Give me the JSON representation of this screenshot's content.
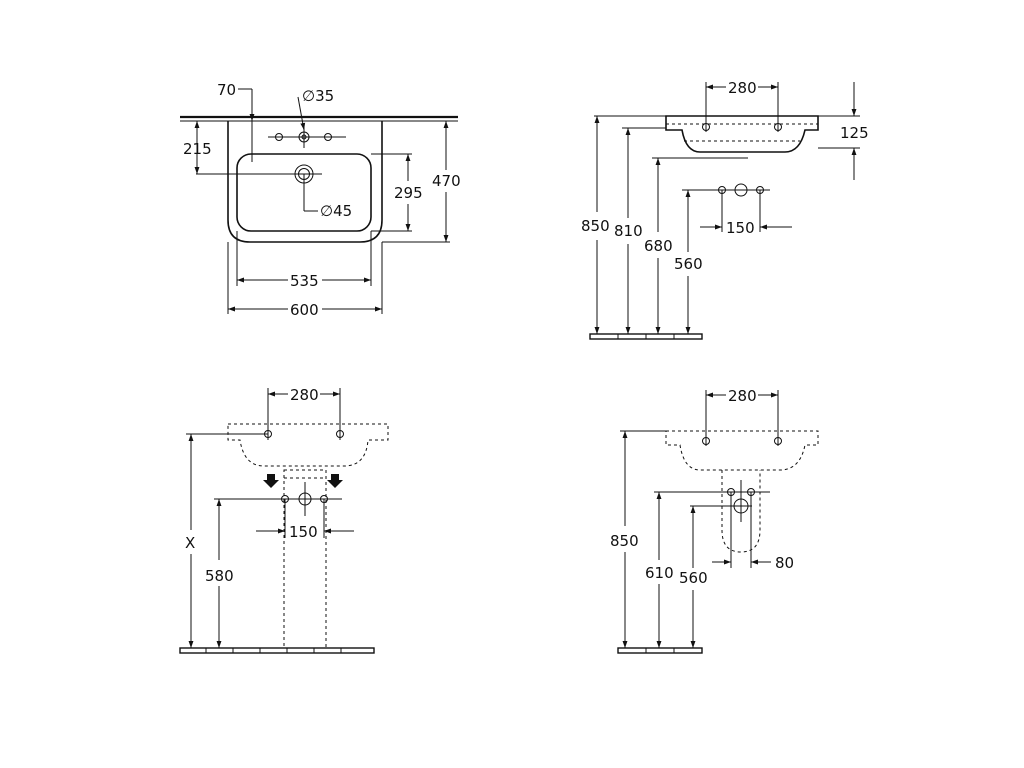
{
  "colors": {
    "line": "#111111",
    "background": "#ffffff"
  },
  "view_top": {
    "dim_70": "70",
    "dim_d35": "∅35",
    "dim_215": "215",
    "dim_295": "295",
    "dim_470": "470",
    "dim_d45": "∅45",
    "dim_535": "535",
    "dim_600": "600"
  },
  "view_side_wall": {
    "dim_280": "280",
    "dim_125": "125",
    "dim_850": "850",
    "dim_810": "810",
    "dim_680": "680",
    "dim_560": "560",
    "dim_150": "150"
  },
  "view_pedestal": {
    "dim_280": "280",
    "dim_x": "X",
    "dim_580": "580",
    "dim_150": "150"
  },
  "view_semi_pedestal": {
    "dim_280": "280",
    "dim_850": "850",
    "dim_610": "610",
    "dim_560": "560",
    "dim_80": "80"
  }
}
